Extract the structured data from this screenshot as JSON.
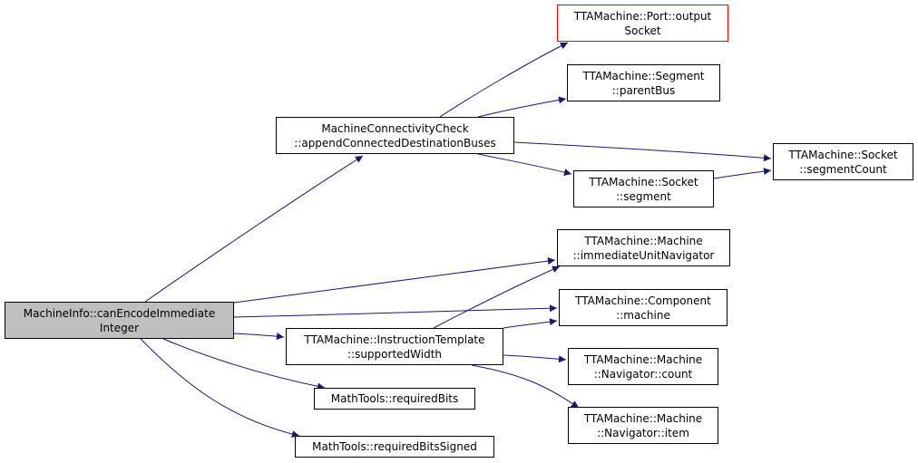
{
  "colors": {
    "edge": "#191970",
    "root_fill": "#bfbfbf",
    "highlight_border": "#ff0000"
  },
  "nodes": [
    {
      "id": "root",
      "lines": [
        "MachineInfo::canEncodeImmediate",
        "Integer"
      ],
      "style": "root"
    },
    {
      "id": "mcc",
      "lines": [
        "MachineConnectivityCheck",
        "::appendConnectedDestinationBuses"
      ],
      "style": "normal"
    },
    {
      "id": "port",
      "lines": [
        "TTAMachine::Port::output",
        "Socket"
      ],
      "style": "highlight"
    },
    {
      "id": "segpar",
      "lines": [
        "TTAMachine::Segment",
        "::parentBus"
      ],
      "style": "normal"
    },
    {
      "id": "sockcount",
      "lines": [
        "TTAMachine::Socket",
        "::segmentCount"
      ],
      "style": "normal"
    },
    {
      "id": "sockseg",
      "lines": [
        "TTAMachine::Socket",
        "::segment"
      ],
      "style": "normal"
    },
    {
      "id": "immnav",
      "lines": [
        "TTAMachine::Machine",
        "::immediateUnitNavigator"
      ],
      "style": "normal"
    },
    {
      "id": "comp",
      "lines": [
        "TTAMachine::Component",
        "::machine"
      ],
      "style": "normal"
    },
    {
      "id": "itw",
      "lines": [
        "TTAMachine::InstructionTemplate",
        "::supportedWidth"
      ],
      "style": "normal"
    },
    {
      "id": "navcount",
      "lines": [
        "TTAMachine::Machine",
        "::Navigator::count"
      ],
      "style": "normal"
    },
    {
      "id": "navitem",
      "lines": [
        "TTAMachine::Machine",
        "::Navigator::item"
      ],
      "style": "normal"
    },
    {
      "id": "reqbits",
      "lines": [
        "MathTools::requiredBits"
      ],
      "style": "normal"
    },
    {
      "id": "reqbitss",
      "lines": [
        "MathTools::requiredBitsSigned"
      ],
      "style": "normal"
    }
  ],
  "edges": [
    {
      "from": "root",
      "to": "mcc"
    },
    {
      "from": "mcc",
      "to": "port"
    },
    {
      "from": "mcc",
      "to": "segpar"
    },
    {
      "from": "mcc",
      "to": "sockcount"
    },
    {
      "from": "mcc",
      "to": "sockseg"
    },
    {
      "from": "sockseg",
      "to": "sockcount"
    },
    {
      "from": "root",
      "to": "immnav"
    },
    {
      "from": "root",
      "to": "comp"
    },
    {
      "from": "root",
      "to": "itw"
    },
    {
      "from": "itw",
      "to": "immnav"
    },
    {
      "from": "itw",
      "to": "comp"
    },
    {
      "from": "itw",
      "to": "navcount"
    },
    {
      "from": "itw",
      "to": "navitem"
    },
    {
      "from": "root",
      "to": "reqbits"
    },
    {
      "from": "root",
      "to": "reqbitss"
    }
  ]
}
